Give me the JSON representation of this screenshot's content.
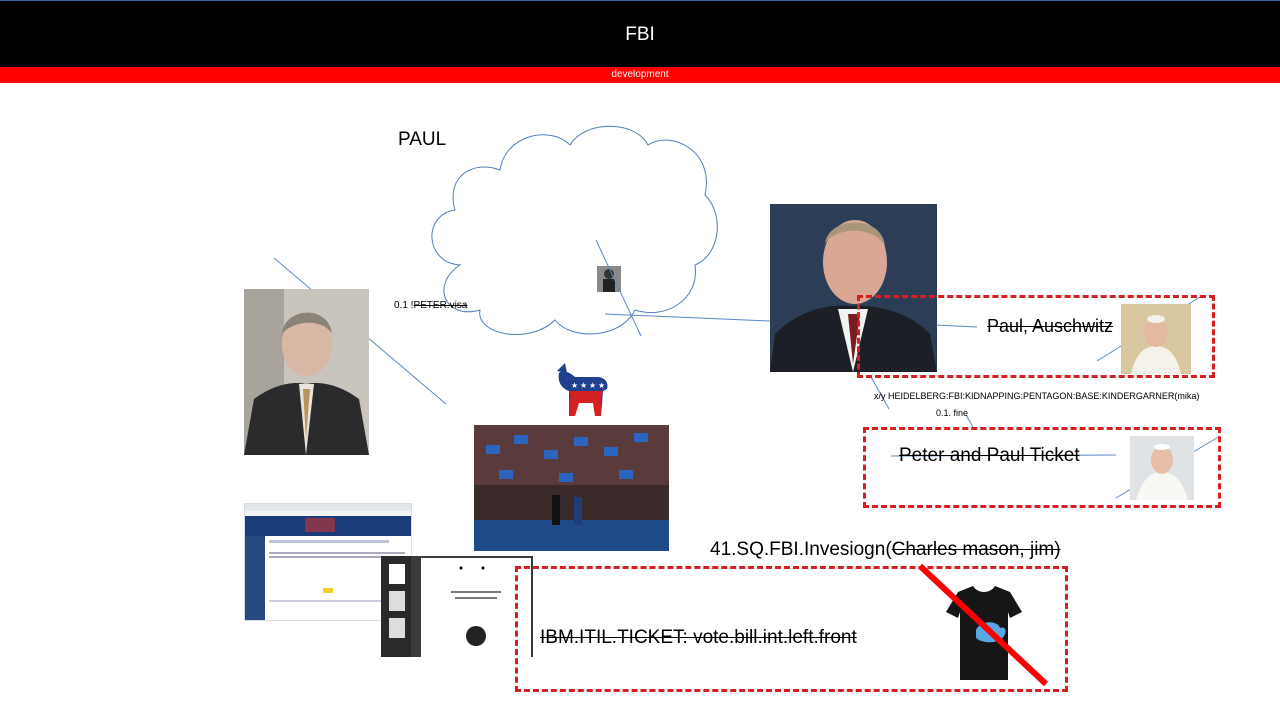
{
  "header": {
    "title": "FBI",
    "subtitle": "development",
    "bar_color": "#000000",
    "accent_color": "#ff0000"
  },
  "cloud": {
    "label": "PAUL"
  },
  "labels": {
    "peter_visa_prefix": "0.1 !",
    "peter_visa_struck": "PETER.visa",
    "paul_auschwitz": "Paul, Auschwitz",
    "path_label": "x/y HEIDELBERG:FBI:KIDNAPPING:PENTAGON:BASE:KINDERGARNER(mika)",
    "fine_label": "0.1. fine",
    "ticket_label": "Peter and Paul Ticket",
    "investigation_prefix": "41.SQ.FBI.Invesiogn(",
    "investigation_struck": "Charles mason, jim)",
    "ibm_ticket": "IBM.ITIL.TICKET:  vote.bill.int.left.front"
  },
  "images": [
    {
      "name": "man-in-suit-photo",
      "icon": "person-photo"
    },
    {
      "name": "politician-portrait-photo",
      "icon": "person-photo"
    },
    {
      "name": "pope-photo-small",
      "icon": "person-photo"
    },
    {
      "name": "pope-photo-second",
      "icon": "person-photo"
    },
    {
      "name": "democratic-donkey-logo",
      "icon": "donkey-logo"
    },
    {
      "name": "convention-crowd-photo",
      "icon": "crowd-photo"
    },
    {
      "name": "website-screenshot",
      "icon": "webpage-thumbnail"
    },
    {
      "name": "pdf-viewer-screenshot",
      "icon": "document-thumbnail"
    },
    {
      "name": "tshirt-crossed-out",
      "icon": "tshirt-icon"
    }
  ],
  "colors": {
    "connector": "#5b8ac6",
    "dashed_box": "#d42020",
    "cross": "#ff0000"
  }
}
